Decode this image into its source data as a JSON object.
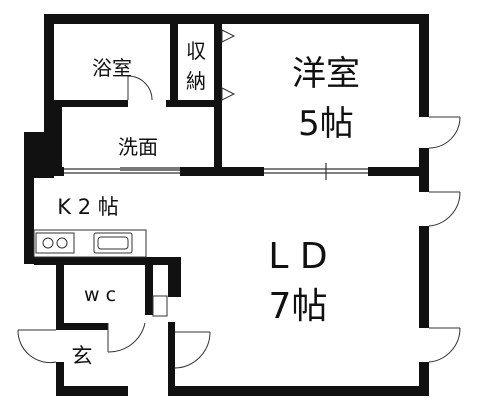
{
  "floor_plan": {
    "rooms": {
      "bath": "浴室",
      "storage": [
        "収",
        "納"
      ],
      "western_room": "洋室",
      "western_room_size": "5帖",
      "washroom": "洗面",
      "kitchen": "K 2 帖",
      "toilet": "w c",
      "ld": "L D",
      "ld_size": "7帖",
      "entrance": "玄"
    }
  },
  "colors": {
    "wall": "#111111",
    "line": "#333333",
    "background": "#ffffff"
  },
  "icons": [
    "stove-icon",
    "sink-icon",
    "door-swing-icon"
  ]
}
